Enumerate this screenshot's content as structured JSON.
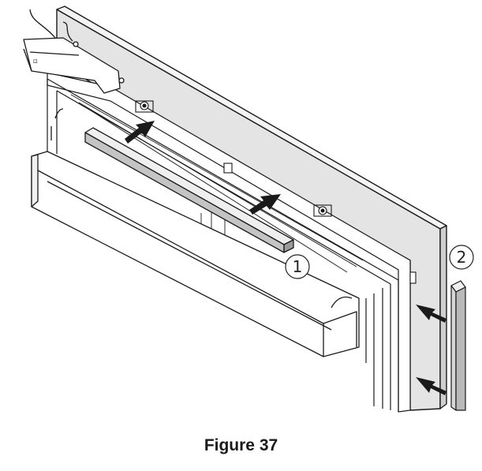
{
  "caption": "Figure 37",
  "callouts": {
    "one": "1",
    "two": "2"
  },
  "colors": {
    "line": "#1a1a1a",
    "panel": "#e4e4e4",
    "strip": "#bfbfbf",
    "arrow": "#1a1a1a"
  },
  "icons": [
    "hinge-icon",
    "arrow-icon"
  ]
}
